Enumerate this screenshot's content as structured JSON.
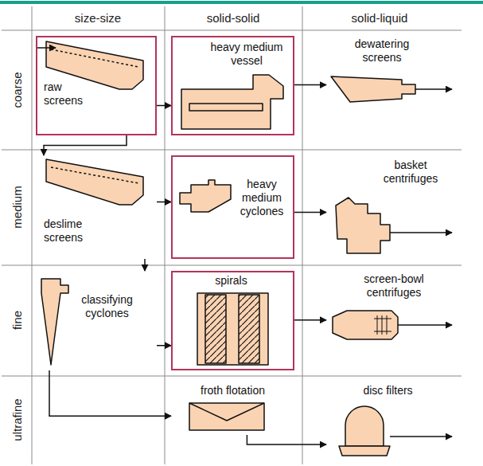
{
  "diagram": {
    "nodes": [
      {
        "text": [
          "raw screens"
        ]
      },
      {
        "text": [
          "heavy medium vessel"
        ]
      },
      {
        "text": [
          "dewatering screens"
        ]
      },
      {
        "text": [
          "deslime screens"
        ]
      },
      {
        "text": [
          "heavy medium cyclones"
        ]
      },
      {
        "text": [
          "basket centrifuges"
        ]
      },
      {
        "text": [
          "classifying cyclones"
        ]
      },
      {
        "text": [
          "spirals"
        ]
      },
      {
        "text": [
          "screen-bowl centrifuges"
        ]
      },
      {
        "text": [
          "froth flotation"
        ]
      },
      {
        "text": [
          "disc filters"
        ]
      }
    ],
    "edges": [
      {
        "from": 0,
        "to": 1,
        "arrow": "to"
      },
      {
        "from": 0,
        "to": 3,
        "arrow": "to"
      },
      {
        "from": 1,
        "to": 2,
        "arrow": "to"
      },
      {
        "from": 3,
        "to": 4,
        "arrow": "to"
      },
      {
        "from": 3,
        "to": 6,
        "arrow": "to"
      },
      {
        "from": 4,
        "to": 5,
        "arrow": "to"
      },
      {
        "from": 6,
        "to": 7,
        "arrow": "to"
      },
      {
        "from": 6,
        "to": 9,
        "arrow": "to"
      },
      {
        "from": 7,
        "to": 8,
        "arrow": "to"
      },
      {
        "from": 9,
        "to": 10,
        "arrow": "to"
      }
    ],
    "labels": [
      "size-size",
      "solid-solid",
      "solid-liquid",
      "coarse",
      "medium",
      "fine",
      "ultrafine"
    ]
  }
}
